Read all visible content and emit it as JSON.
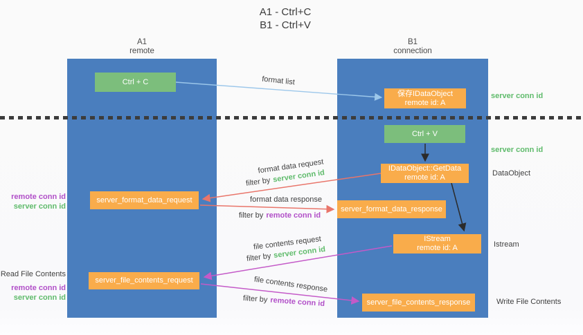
{
  "title": {
    "line1": "A1 - Ctrl+C",
    "line2": "B1 - Ctrl+V"
  },
  "lanes": {
    "left": {
      "name": "A1",
      "role": "remote"
    },
    "right": {
      "name": "B1",
      "role": "connection"
    }
  },
  "nodes": {
    "ctrl_c": "Ctrl + C",
    "ctrl_v": "Ctrl + V",
    "save_dataobject": {
      "line1": "保存IDataObject",
      "line2": "remote id: A"
    },
    "getdata": {
      "line1": "IDataObject::GetData",
      "line2": "remote id: A"
    },
    "istream": {
      "line1": "IStream",
      "line2": "remote id: A"
    },
    "format_request": "server_format_data_request",
    "format_response": "server_format_data_response",
    "file_request": "server_file_contents_request",
    "file_response": "server_file_contents_response"
  },
  "flow_labels": {
    "format_list": "format list",
    "format_data_request": "format data request",
    "filter_server_1": {
      "prefix": "filter by",
      "key": "server conn id"
    },
    "format_data_response": "format data response",
    "filter_remote_1": {
      "prefix": "filter by",
      "key": "remote conn id"
    },
    "file_contents_request": "file contents request",
    "filter_server_2": {
      "prefix": "filter by",
      "key": "server conn id"
    },
    "file_contents_response": "file contents response",
    "filter_remote_2": {
      "prefix": "filter by",
      "key": "remote conn id"
    }
  },
  "side_labels": {
    "right_server_conn_top": "server conn id",
    "right_server_conn_mid": "server conn id",
    "right_dataobject": "DataObject",
    "right_istream": "Istream",
    "right_write_file": "Write File Contents",
    "left_remote_conn_1": "remote conn id",
    "left_server_conn_1": "server conn id",
    "left_read_file": "Read File Contents",
    "left_remote_conn_2": "remote conn id",
    "left_server_conn_2": "server conn id"
  },
  "colors": {
    "lane_blue": "#4a7ebe",
    "node_green": "#7cbe7c",
    "node_orange": "#f9ac4b",
    "arrow_light_blue": "#9cc7ea",
    "arrow_red": "#e9756a",
    "arrow_magenta": "#c45ac8",
    "arrow_black": "#2b2b2b",
    "text_green": "#5fbb6b",
    "text_purple": "#b14fc8",
    "text_dark": "#3f3f3f"
  }
}
